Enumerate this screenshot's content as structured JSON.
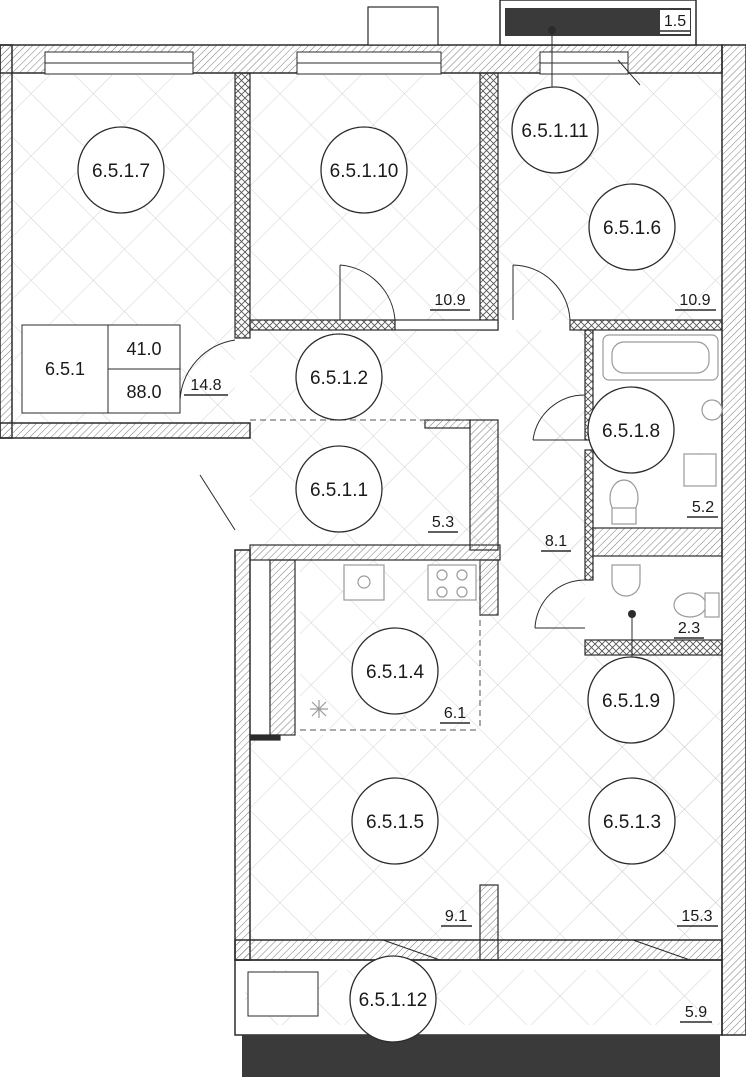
{
  "plan": {
    "apartment_code": "6.5.1",
    "living_area": "41.0",
    "total_area": "88.0",
    "rooms": [
      {
        "id": "6.5.1.1",
        "label": "6.5.1.1",
        "area": "5.3"
      },
      {
        "id": "6.5.1.2",
        "label": "6.5.1.2",
        "area": "14.8"
      },
      {
        "id": "6.5.1.3",
        "label": "6.5.1.3",
        "area": "15.3"
      },
      {
        "id": "6.5.1.4",
        "label": "6.5.1.4",
        "area": "6.1"
      },
      {
        "id": "6.5.1.5",
        "label": "6.5.1.5",
        "area": "9.1"
      },
      {
        "id": "6.5.1.6",
        "label": "6.5.1.6",
        "area": "10.9"
      },
      {
        "id": "6.5.1.7",
        "label": "6.5.1.7",
        "area": ""
      },
      {
        "id": "6.5.1.8",
        "label": "6.5.1.8",
        "area": "5.2"
      },
      {
        "id": "6.5.1.9",
        "label": "6.5.1.9",
        "area": "2.3"
      },
      {
        "id": "6.5.1.10",
        "label": "6.5.1.10",
        "area": "10.9"
      },
      {
        "id": "6.5.1.11",
        "label": "6.5.1.11",
        "area": "1.5"
      },
      {
        "id": "6.5.1.12",
        "label": "6.5.1.12",
        "area": "5.9"
      },
      {
        "id": "corridor",
        "label": "",
        "area": "8.1"
      }
    ],
    "colors": {
      "wall": "#2b2b2b",
      "hatch": "#7a7a7a",
      "grid": "#d2d2d2",
      "fixture": "#9a9a9a",
      "balcony_strip": "#3a3a3a"
    }
  }
}
